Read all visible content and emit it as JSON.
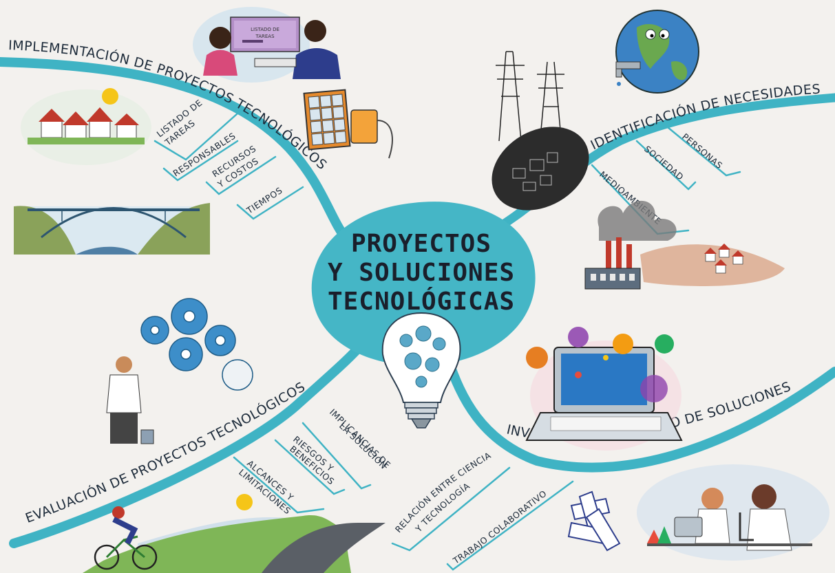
{
  "center": {
    "line1": "PROYECTOS",
    "line2": "Y SOLUCIONES",
    "line3": "TECNOLÓGICAS"
  },
  "branches": {
    "implementation": {
      "title": "IMPLEMENTACIÓN DE PROYECTOS TECNOLÓGICOS",
      "items": [
        "LISTADO DE",
        "TAREAS",
        "RESPONSABLES",
        "RECURSOS",
        "Y COSTOS",
        "TIEMPOS"
      ]
    },
    "identification": {
      "title": "IDENTIFICACIÓN DE NECESIDADES",
      "items": [
        "PERSONAS",
        "SOCIEDAD",
        "MEDIOAMBIENTE"
      ]
    },
    "evaluation": {
      "title": "EVALUACIÓN DE PROYECTOS TECNOLÓGICOS",
      "items": [
        "IMPLICANCIAS DE",
        "LA SOLUCIÓN",
        "RIESGOS Y",
        "BENEFICIOS",
        "ALCANCES Y",
        "LIMITACIONES"
      ]
    },
    "research": {
      "title": "INVESTIGACIÓN Y DISEÑO DE SOLUCIONES",
      "items": [
        "RELACIÓN ENTRE CIENCIA",
        "Y TECNOLOGÍA",
        "TRABAJO COLABORATIVO"
      ]
    }
  },
  "illustration_screen": {
    "line1": "LISTADO DE",
    "line2": "TAREAS"
  },
  "colors": {
    "branch": "#3fb3c4",
    "center": "#45b6c6",
    "background": "#f3f1ee",
    "ink": "#1d2b3a"
  }
}
